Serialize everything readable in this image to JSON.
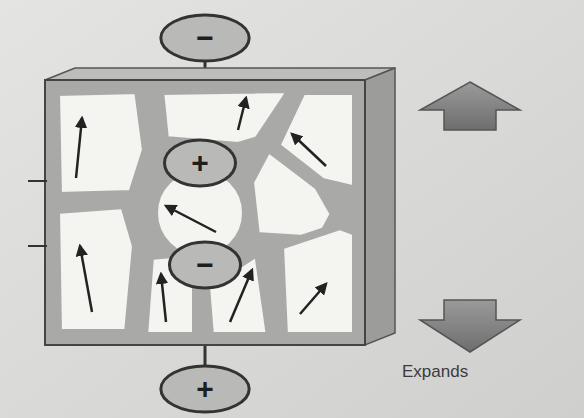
{
  "diagram": {
    "nodes": [
      {
        "text": [
          "−"
        ]
      },
      {
        "text": [
          "+"
        ]
      },
      {
        "text": [
          "−"
        ]
      },
      {
        "text": [
          "+"
        ]
      }
    ],
    "labels": [
      "Expands"
    ]
  }
}
